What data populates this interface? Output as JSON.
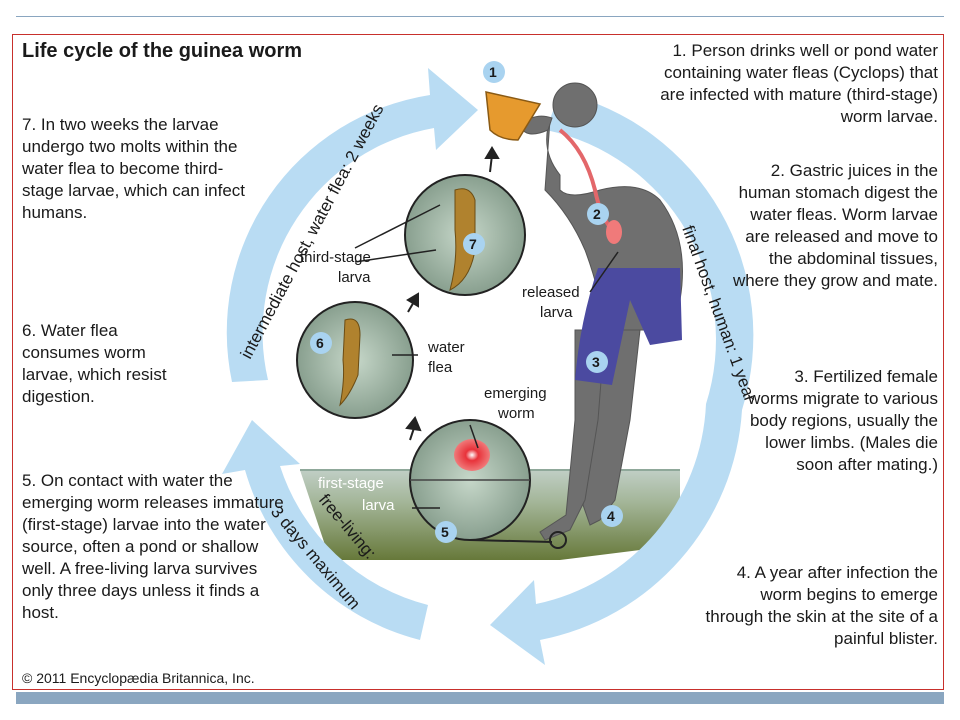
{
  "title": "Life cycle of the guinea worm",
  "steps": {
    "s1": "1. Person drinks well or pond water containing water fleas (Cyclops) that are infected with mature (third-stage) worm larvae.",
    "s2": "2. Gastric juices in the human stomach digest the water fleas. Worm larvae are released and move to the abdominal tissues, where they grow and mate.",
    "s3": "3. Fertilized female worms migrate to various body regions, usually the lower limbs. (Males die soon after mating.)",
    "s4": "4. A year after infection the worm begins to emerge through the skin at the site of a painful blister.",
    "s5": "5. On contact with water the emerging worm releases immature (first-stage) larvae into the water source, often a pond or shallow well. A free-living larva survives only three days unless it finds a host.",
    "s6": "6. Water flea consumes worm larvae, which resist digestion.",
    "s7": "7. In two weeks the larvae undergo two molts within the water flea to become third-stage larvae, which can infect humans."
  },
  "arc_labels": {
    "intermediate": "intermediate host, water flea: 2 weeks",
    "final": "final host, human: 1 year",
    "free1": "free-living:",
    "free2": "3 days maximum"
  },
  "diagram_labels": {
    "third_stage_1": "third-stage",
    "third_stage_2": "larva",
    "released_1": "released",
    "released_2": "larva",
    "water_flea_1": "water",
    "water_flea_2": "flea",
    "emerging_1": "emerging",
    "emerging_2": "worm",
    "first_stage_1": "first-stage",
    "first_stage_2": "larva"
  },
  "step_numbers": [
    "1",
    "2",
    "3",
    "4",
    "5",
    "6",
    "7"
  ],
  "copyright": "© 2011 Encyclopædia Britannica, Inc.",
  "colors": {
    "arrow_blue": "#b9dcf3",
    "badge_blue": "#a9d3f0",
    "human": "#6f6f6f",
    "shorts": "#4b4aa0",
    "water_top": "#9fb8a8",
    "ground": "#6f7f3a",
    "frame": "#c8302c"
  }
}
